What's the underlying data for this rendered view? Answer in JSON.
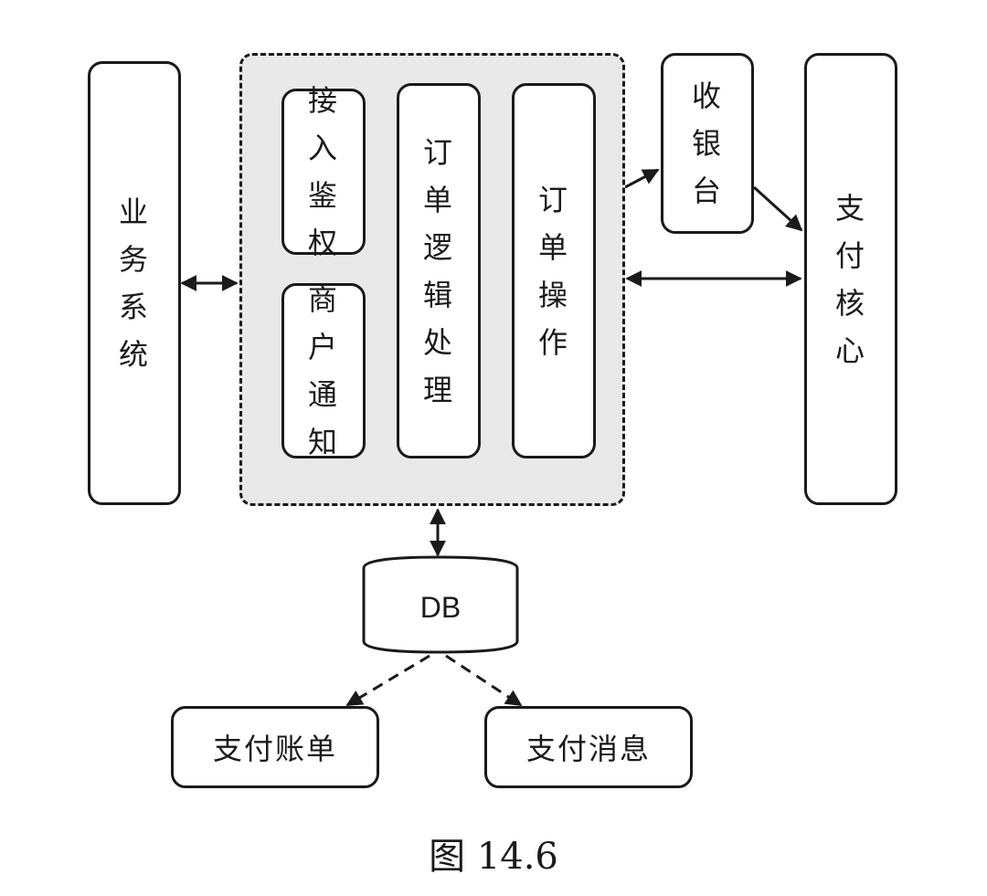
{
  "nodes": {
    "business_system": "业务系统",
    "access_auth": "接入鉴权",
    "merchant_notify": "商户通知",
    "order_logic": "订单逻辑处理",
    "order_operation": "订单操作",
    "cashier": "收银台",
    "payment_core": "支付核心",
    "db": "DB",
    "payment_bill": "支付账单",
    "payment_message": "支付消息"
  },
  "caption": "图 14.6"
}
